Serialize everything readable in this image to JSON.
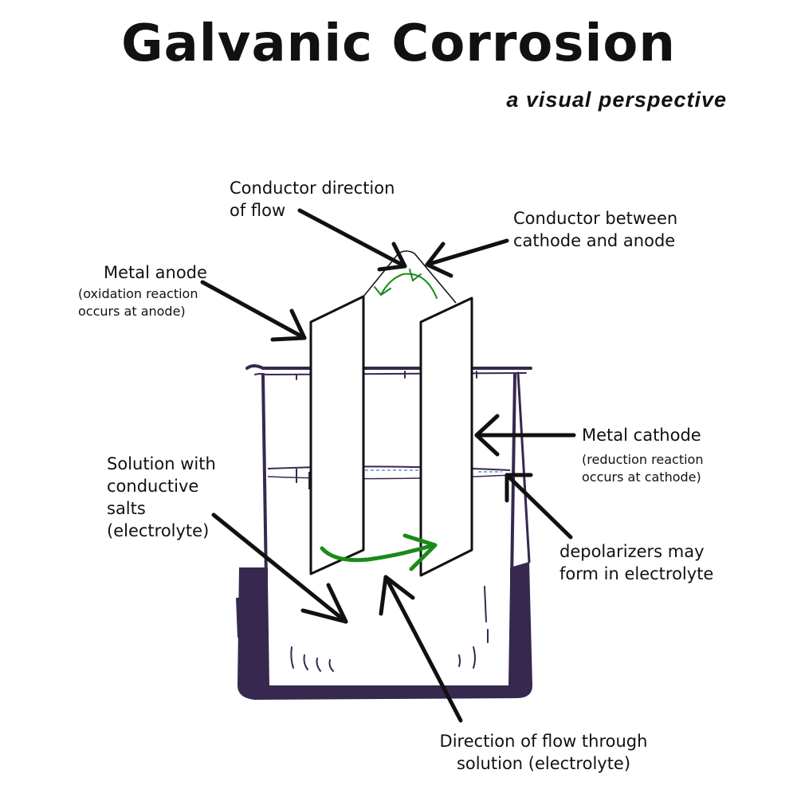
{
  "title": "Galvanic Corrosion",
  "subtitle": "a visual perspective",
  "labels": {
    "conductor_direction": "Conductor direction\nof flow",
    "conductor_between": "Conductor between\ncathode and anode",
    "metal_anode": "Metal anode",
    "anode_note": "(oxidation reaction\noccurs at anode)",
    "metal_cathode": "Metal cathode",
    "cathode_note": "(reduction reaction\noccurs at cathode)",
    "solution": "Solution with\nconductive\nsalts\n(electrolyte)",
    "depolarizers": "depolarizers may\nform in electrolyte",
    "flow_solution": "Direction of flow through\nsolution (electrolyte)"
  },
  "colors": {
    "beaker": "#36284f",
    "flow_arrow": "#1a8a1a",
    "ink": "#111111",
    "water": "#7fb0d8"
  }
}
